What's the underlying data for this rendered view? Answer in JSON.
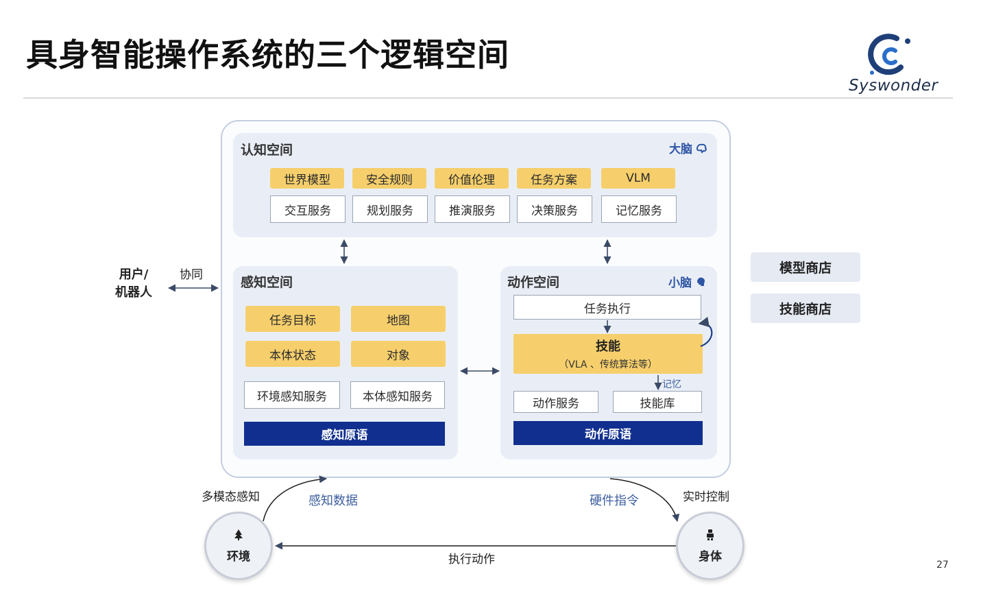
{
  "page": {
    "title": "具身智能操作系统的三个逻辑空间",
    "logo_text": "Syswonder",
    "page_number": "27"
  },
  "cognitive": {
    "title": "认知空间",
    "tag": "大脑",
    "top_chips": [
      "世界模型",
      "安全规则",
      "价值伦理",
      "任务方案",
      "VLM"
    ],
    "services": [
      "交互服务",
      "规划服务",
      "推演服务",
      "决策服务",
      "记忆服务"
    ]
  },
  "perception": {
    "title": "感知空间",
    "chips": [
      "任务目标",
      "地图",
      "本体状态",
      "对象"
    ],
    "services": [
      "环境感知服务",
      "本体感知服务"
    ],
    "primitive": "感知原语"
  },
  "action": {
    "title": "动作空间",
    "tag": "小脑",
    "task_exec": "任务执行",
    "skill_title": "技能",
    "skill_sub": "（VLA 、传统算法等）",
    "memory_label": "记忆",
    "services": [
      "动作服务",
      "技能库"
    ],
    "primitive": "动作原语"
  },
  "side": {
    "user_label": "用户/\n机器人",
    "collab_label": "协同",
    "stores": [
      "模型商店",
      "技能商店"
    ]
  },
  "loop": {
    "environment": "环境",
    "body": "身体",
    "multimodal": "多模态感知",
    "perception_data": "感知数据",
    "hardware_cmd": "硬件指令",
    "realtime_ctrl": "实时控制",
    "execute_action": "执行动作"
  },
  "colors": {
    "yellow_chip": "#f6cf6c",
    "primitive_blue": "#112f8f",
    "panel_bg": "#e9eef6",
    "accent_blue": "#2f56a5"
  }
}
